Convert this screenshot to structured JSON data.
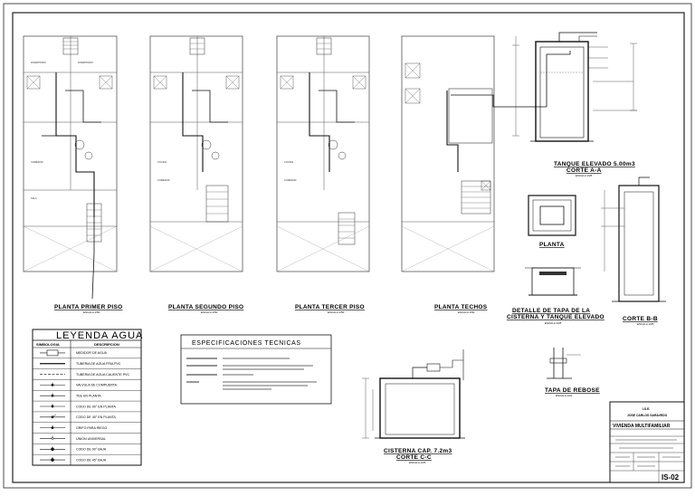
{
  "plans": [
    {
      "title": "PLANTA PRIMER PISO",
      "scale": "ESCALA 1/50"
    },
    {
      "title": "PLANTA SEGUNDO PISO",
      "scale": "ESCALA 1/50"
    },
    {
      "title": "PLANTA TERCER PISO",
      "scale": "ESCALA 1/50"
    },
    {
      "title": "PLANTA TECHOS",
      "scale": "ESCALA 1/50"
    }
  ],
  "tank": {
    "title": "TANQUE ELEVADO 5.00m3",
    "section": "CORTE A-A",
    "scale": "ESCALA 1/25"
  },
  "plan_view": {
    "title": "PLANTA"
  },
  "lid_detail": {
    "line1": "DETALLE DE TAPA DE LA",
    "line2": "CISTERNA Y TANQUE ELEVADO",
    "scale": "ESCALA 1/25"
  },
  "section_bb": {
    "title": "CORTE B-B",
    "scale": "ESCALA 1/25"
  },
  "relief_cap": {
    "title": "TAPA DE REBOSE",
    "scale": "ESCALA 1/10"
  },
  "cistern": {
    "title": "CISTERNA CAP. 7.2m3",
    "section": "CORTE C-C",
    "scale": "ESCALA 1/25"
  },
  "legend": {
    "title": "LEYENDA AGUA",
    "col_symbol": "SIMBOLOGIA",
    "col_desc": "DESCRIPCION",
    "rows": [
      "MEDIDOR DE AGUA",
      "TUBERIA DE AGUA FRIA PVC",
      "TUBERIA DE AGUA CALIENTE PVC",
      "VALVULA DE COMPUERTA",
      "TEE EN PLANTA",
      "CODO DE 90° EN PLANTA",
      "CODO DE 45° EN PLANTA",
      "GRIFO PARA RIEGO",
      "UNION UNIVERSAL",
      "CODO DE 90° BAJA",
      "CODO DE 45° BAJA"
    ]
  },
  "specs": {
    "title": "ESPECIFICACIONES TECNICAS"
  },
  "title_block": {
    "institution": "I.S.E.",
    "author": "JOSE CARLOS SARAVEDO",
    "project": "VIVIENDA MULTIFAMILIAR",
    "sheet_num": "IS-02"
  }
}
